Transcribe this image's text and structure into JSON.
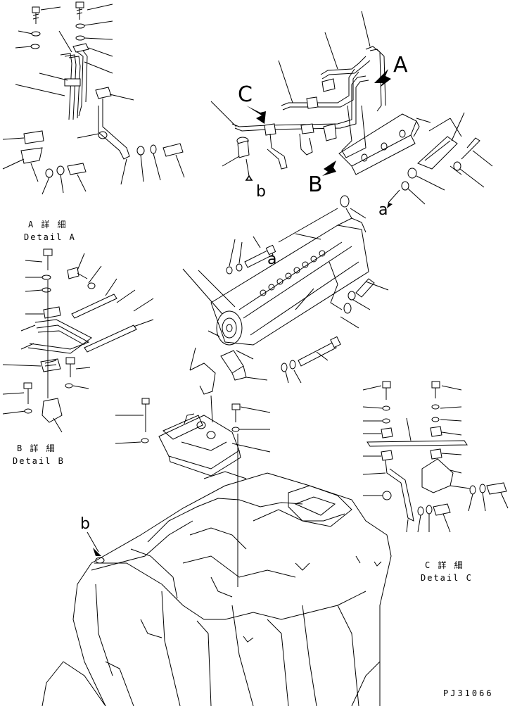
{
  "callouts": {
    "A": "A",
    "B": "B",
    "C": "C",
    "a_top": "a",
    "a_mid": "a",
    "b_top": "b",
    "b_bottom": "b"
  },
  "details": {
    "a_jp": "A 詳 細",
    "a_en": "Detail A",
    "b_jp": "B 詳 細",
    "b_en": "Detail B",
    "c_jp": "C 詳 細",
    "c_en": "Detail C"
  },
  "drawing_number": "PJ31066"
}
